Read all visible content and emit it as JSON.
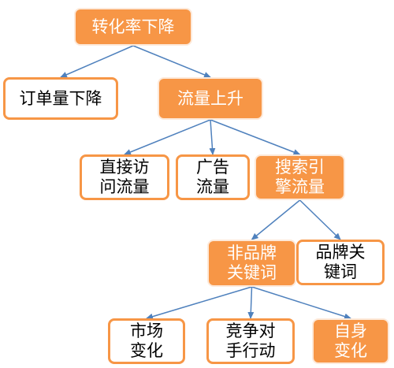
{
  "diagram": {
    "nodes": {
      "conversion_drop": {
        "label": "转化率下降",
        "style": "filled"
      },
      "order_drop": {
        "label": "订单量下降",
        "style": "outline"
      },
      "traffic_rise": {
        "label": "流量上升",
        "style": "filled"
      },
      "direct_traffic": {
        "label": "直接访\n问流量",
        "style": "outline"
      },
      "ad_traffic": {
        "label": "广告\n流量",
        "style": "outline"
      },
      "search_traffic": {
        "label": "搜索引\n擎流量",
        "style": "filled"
      },
      "nonbrand_keywords": {
        "label": "非品牌\n关键词",
        "style": "filled"
      },
      "brand_keywords": {
        "label": "品牌关\n键词",
        "style": "outline"
      },
      "market_change": {
        "label": "市场\n变化",
        "style": "outline"
      },
      "competitor_action": {
        "label": "竞争对\n手行动",
        "style": "outline"
      },
      "self_change": {
        "label": "自身\n变化",
        "style": "filled"
      }
    },
    "edges": [
      [
        "conversion_drop",
        "order_drop"
      ],
      [
        "conversion_drop",
        "traffic_rise"
      ],
      [
        "traffic_rise",
        "direct_traffic"
      ],
      [
        "traffic_rise",
        "ad_traffic"
      ],
      [
        "traffic_rise",
        "search_traffic"
      ],
      [
        "search_traffic",
        "nonbrand_keywords"
      ],
      [
        "search_traffic",
        "brand_keywords"
      ],
      [
        "nonbrand_keywords",
        "market_change"
      ],
      [
        "nonbrand_keywords",
        "competitor_action"
      ],
      [
        "nonbrand_keywords",
        "self_change"
      ]
    ],
    "colors": {
      "accent": "#F79646",
      "edge": "#4F81BD"
    }
  }
}
